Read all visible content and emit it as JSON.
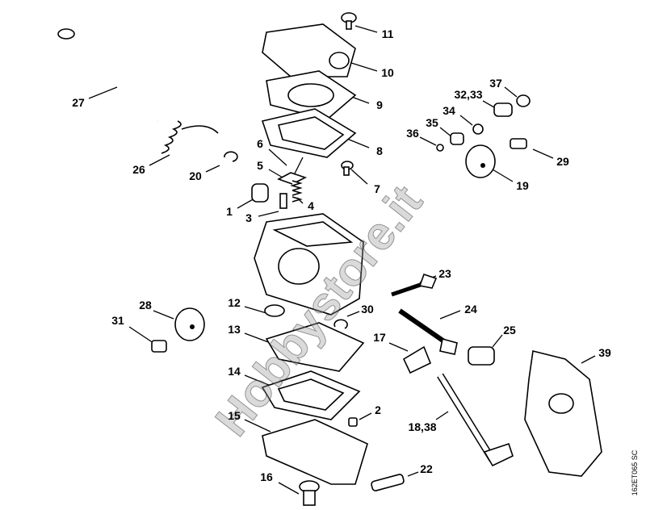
{
  "labels": {
    "l11": "11",
    "l10": "10",
    "l9": "9",
    "l8": "8",
    "l7": "7",
    "l6": "6",
    "l5": "5",
    "l4": "4",
    "l3": "3",
    "l1": "1",
    "l27": "27",
    "l26": "26",
    "l20": "20",
    "l37": "37",
    "l3233": "32,33",
    "l34": "34",
    "l35": "35",
    "l36": "36",
    "l29": "29",
    "l19": "19",
    "l23": "23",
    "l24": "24",
    "l25": "25",
    "l28": "28",
    "l12": "12",
    "l30": "30",
    "l31": "31",
    "l13": "13",
    "l14": "14",
    "l17": "17",
    "l39": "39",
    "l2": "2",
    "l15": "15",
    "l1838": "18,38",
    "l16": "16",
    "l22": "22"
  },
  "watermark": "Hobbystore.it",
  "drawing_code": "162ET065 SC"
}
